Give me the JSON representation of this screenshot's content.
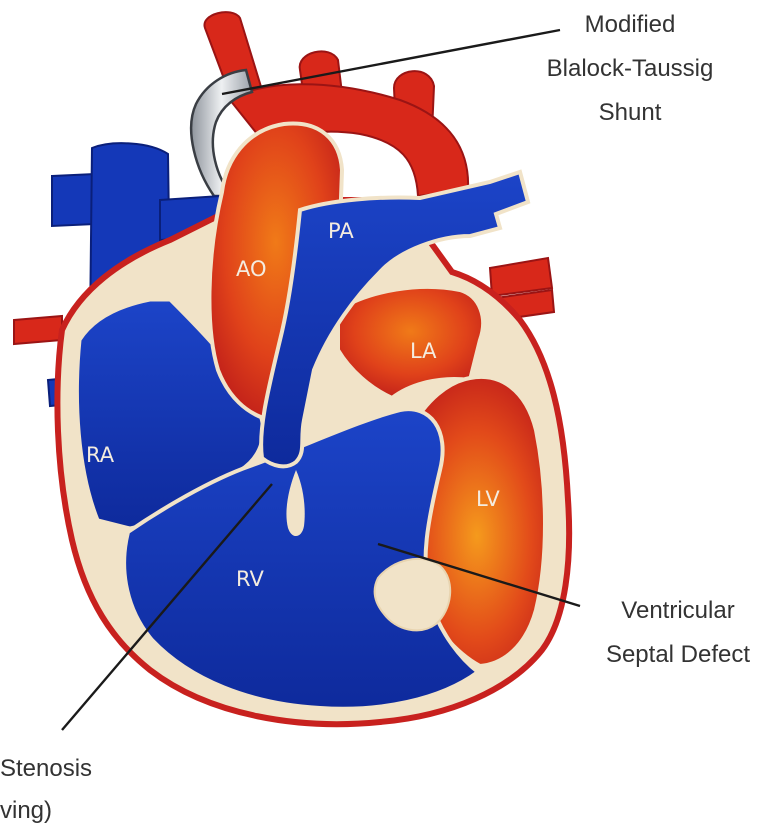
{
  "colors": {
    "oxygenated_red": "#d8281a",
    "deoxygenated_blue": "#1438b8",
    "wall_cream": "#f1e3c8",
    "outer_border": "#c8211e",
    "shunt_grey": "#b8bcc2"
  },
  "chamber_labels": {
    "ao": "AO",
    "pa": "PA",
    "la": "LA",
    "ra": "RA",
    "rv": "RV",
    "lv": "LV"
  },
  "callouts": {
    "shunt": [
      "Modified",
      "Blalock-Taussig",
      "Shunt"
    ],
    "vsd": [
      "Ventricular",
      "Septal Defect"
    ],
    "stenosis": [
      "Stenosis",
      "ving)"
    ]
  }
}
